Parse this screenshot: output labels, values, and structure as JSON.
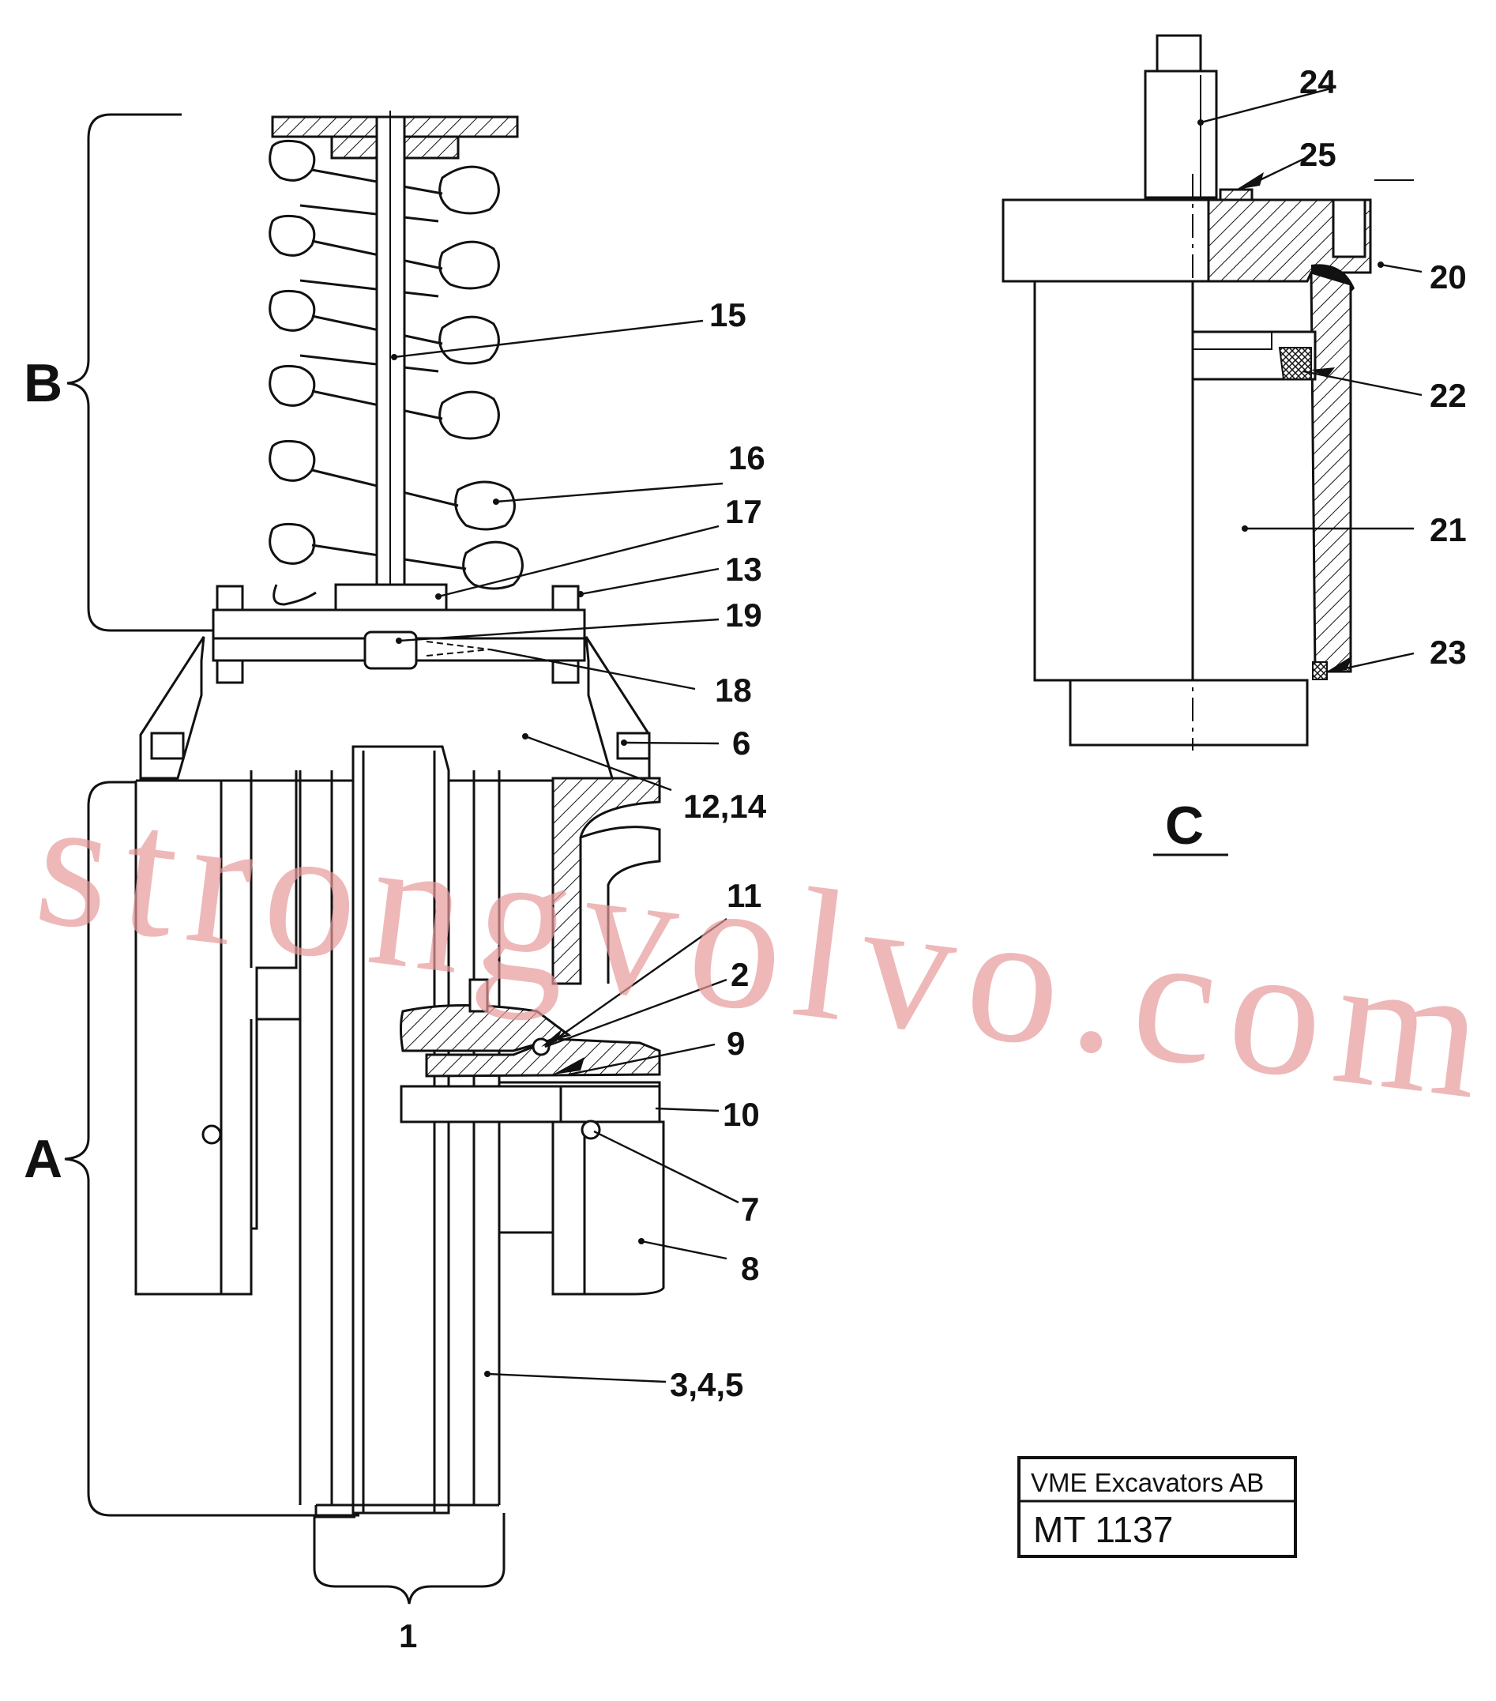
{
  "callouts": {
    "n1": "1",
    "n2": "2",
    "n345": "3,4,5",
    "n6": "6",
    "n7": "7",
    "n8": "8",
    "n9": "9",
    "n10": "10",
    "n11": "11",
    "n1214": "12,14",
    "n13": "13",
    "n15": "15",
    "n16": "16",
    "n17": "17",
    "n18": "18",
    "n19": "19",
    "n20": "20",
    "n21": "21",
    "n22": "22",
    "n23": "23",
    "n24": "24",
    "n25": "25"
  },
  "views": {
    "a": "A",
    "b": "B",
    "c": "C"
  },
  "title_block": {
    "company": "VME Excavators AB",
    "drawing_number": "MT 1137"
  },
  "watermark": "strongvolvo.com"
}
